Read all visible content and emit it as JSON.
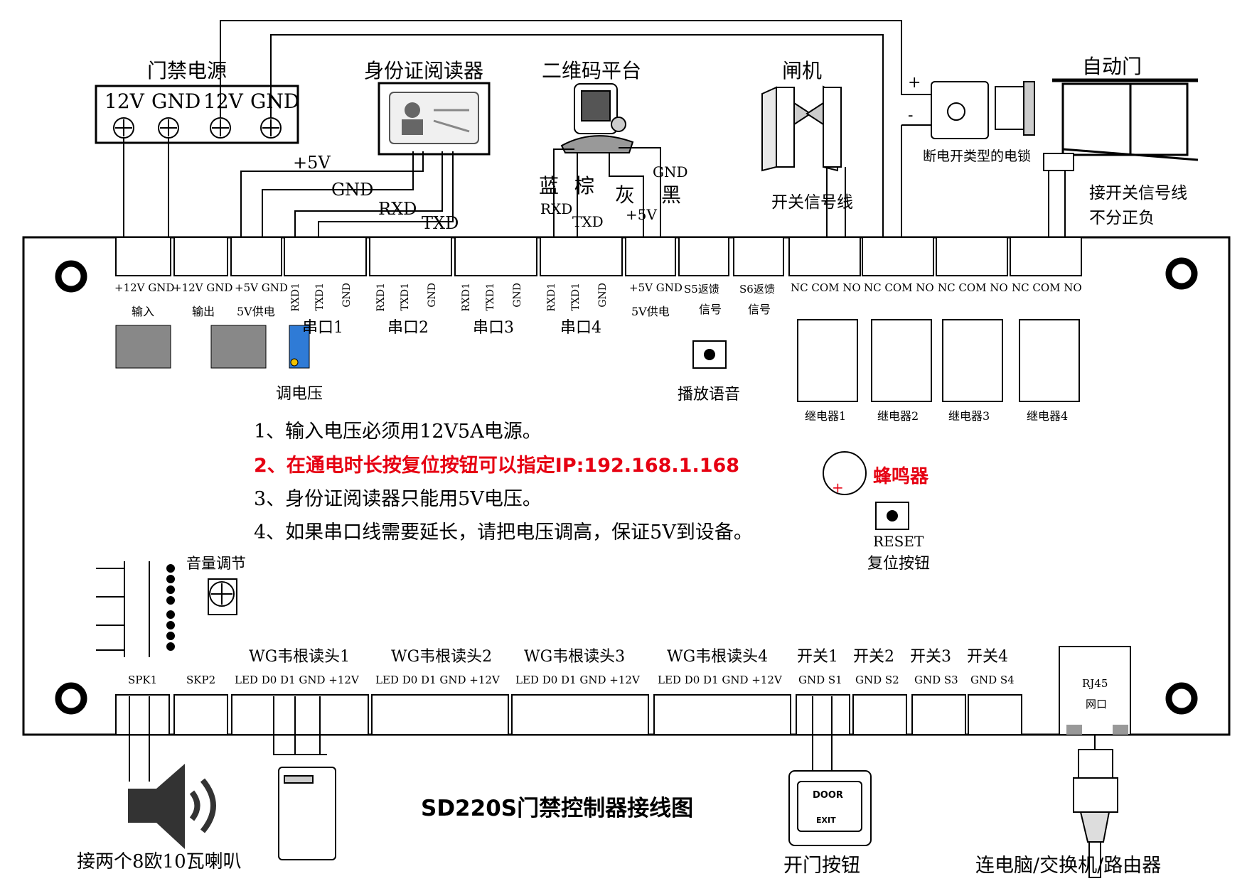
{
  "diagram_title": "SD220S门禁控制器接线图",
  "top_devices": {
    "power_supply": {
      "title": "门禁电源",
      "terminals": [
        "12V",
        "GND",
        "12V",
        "GND"
      ]
    },
    "id_reader": {
      "title": "身份证阅读器",
      "wires": [
        "+5V",
        "GND",
        "RXD",
        "TXD"
      ]
    },
    "qr_platform": {
      "title": "二维码平台",
      "wire_colors": [
        "蓝",
        "棕",
        "灰",
        "黑"
      ],
      "wires": [
        "RXD",
        "TXD",
        "+5V",
        "GND"
      ]
    },
    "gate": {
      "title": "闸机",
      "signal": "开关信号线"
    },
    "auto_door": {
      "title": "自动门",
      "signal_line": "接开关信号线",
      "polarity": "不分正负",
      "lock": "断电开类型的电锁",
      "plus": "+",
      "minus": "-"
    }
  },
  "connectors_top": [
    {
      "pins": "+12V GND",
      "label": "输入"
    },
    {
      "pins": "+12V GND",
      "label": "输出"
    },
    {
      "pins": "+5V GND",
      "label": "5V供电"
    },
    {
      "label": "串口1"
    },
    {
      "label": "串口2"
    },
    {
      "label": "串口3"
    },
    {
      "label": "串口4"
    },
    {
      "pins": "+5V GND",
      "label": "5V供电"
    },
    {
      "pins": "S5返馈",
      "label": "信号"
    },
    {
      "pins": "S6返馈",
      "label": "信号"
    }
  ],
  "serial_pins": [
    "RXD1",
    "TXD1",
    "GND"
  ],
  "relay_pins": "NC COM NO",
  "relays": [
    "继电器1",
    "继电器2",
    "继电器3",
    "继电器4"
  ],
  "board_labels": {
    "adjust_voltage": "调电压",
    "play_voice": "播放语音",
    "buzzer": "蜂鸣器",
    "reset": "RESET",
    "reset_cn": "复位按钮",
    "volume": "音量调节"
  },
  "notes": [
    "1、输入电压必须用12V5A电源。",
    "2、在通电时长按复位按钮可以指定IP:192.168.1.168",
    "3、身份证阅读器只能用5V电压。",
    "4、如果串口线需要延长，请把电压调高，保证5V到设备。"
  ],
  "bottom_groups": [
    "WG韦根读头1",
    "WG韦根读头2",
    "WG韦根读头3",
    "WG韦根读头4",
    "开关1",
    "开关2",
    "开关3",
    "开关4"
  ],
  "bottom_pins": {
    "spk1": "SPK1",
    "spk2": "SKP2",
    "wg": "LED D0 D1 GND +12V",
    "switch1": "GND S1",
    "switch2": "GND S2",
    "switch3": "GND S3",
    "switch4": "GND S4",
    "rj45": "RJ45",
    "rj45_cn": "网口"
  },
  "bottom_devices": {
    "speaker": "接两个8欧10瓦喇叭",
    "exit_button": "开门按钮",
    "exit_top": "DOOR",
    "exit_bottom": "EXIT",
    "network": "连电脑/交换机/路由器"
  },
  "colors": {
    "red_text": "#e60012",
    "relay_blue": "#2f7bd6"
  }
}
